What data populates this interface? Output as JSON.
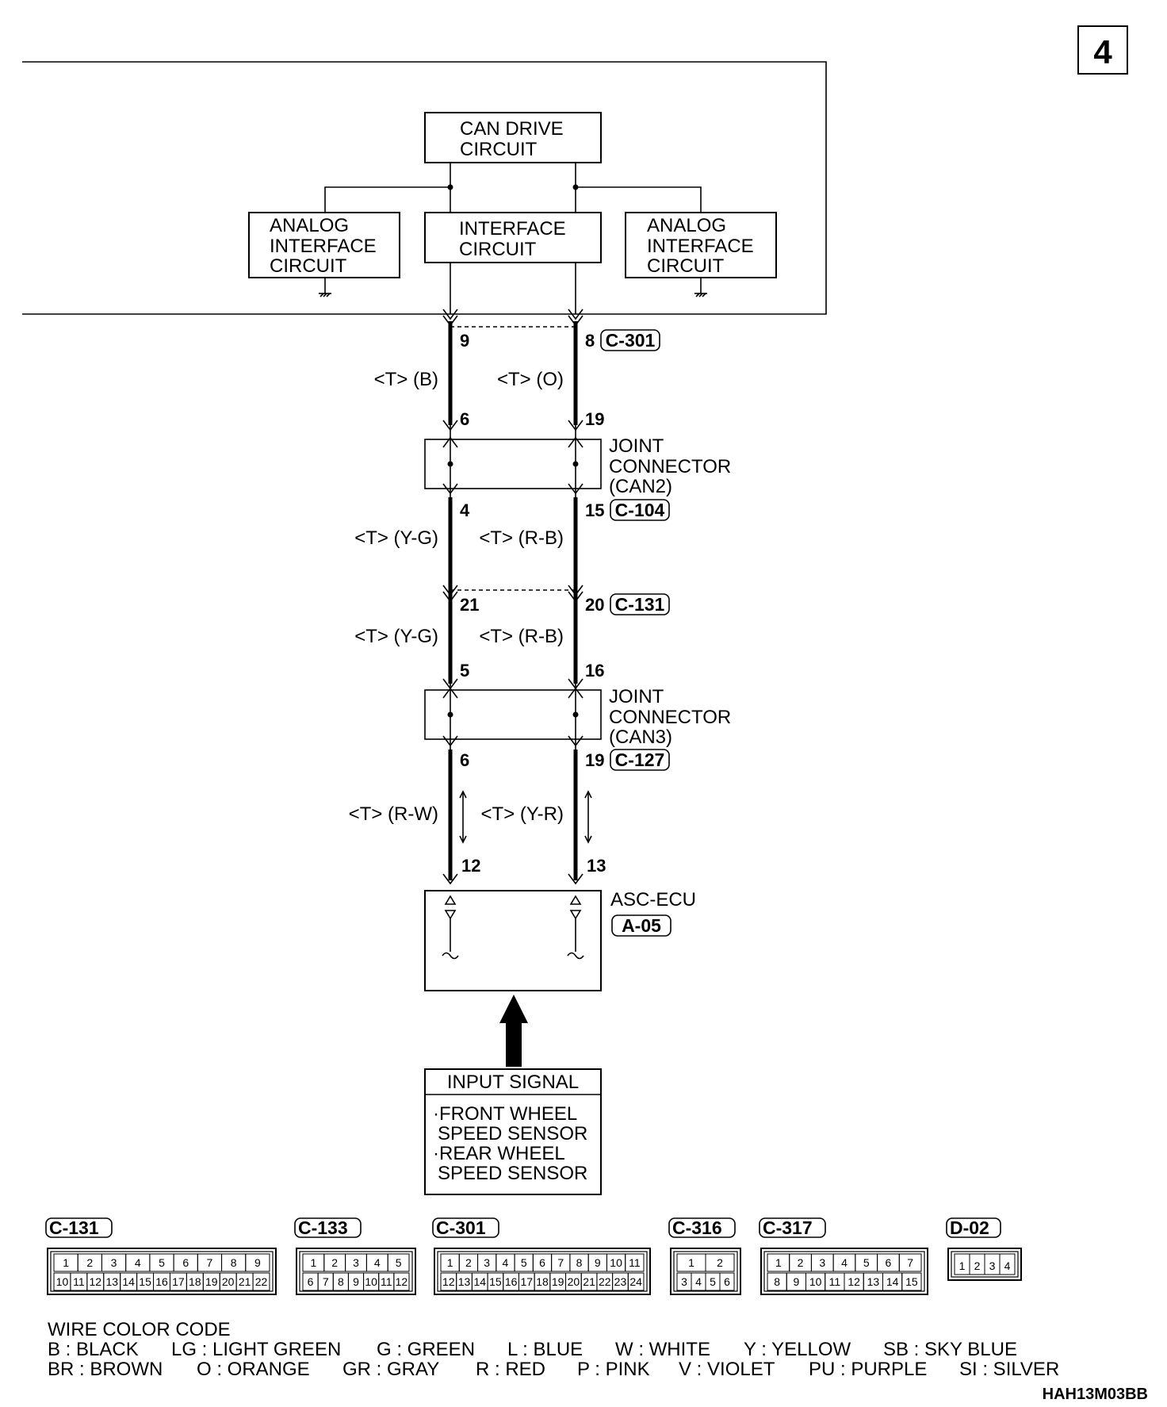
{
  "page_number": "4",
  "figure_code": "HAH13M03BB",
  "ecu_blocks": {
    "can_drive": [
      "CAN DRIVE",
      "CIRCUIT"
    ],
    "interface": [
      "INTERFACE",
      "CIRCUIT"
    ],
    "analog_left": [
      "ANALOG",
      "INTERFACE",
      "CIRCUIT"
    ],
    "analog_right": [
      "ANALOG",
      "INTERFACE",
      "CIRCUIT"
    ]
  },
  "segments": {
    "c301": {
      "connector": "C-301",
      "pin_left": "9",
      "pin_right": "8",
      "wire_left": "<T> (B)",
      "wire_right": "<T> (O)"
    },
    "jc2": {
      "pin_in_left": "6",
      "pin_in_right": "19",
      "lines": [
        "JOINT",
        "CONNECTOR",
        "(CAN2)"
      ],
      "pin_out_left": "4",
      "pin_out_right": "15",
      "connector": "C-104",
      "wire_left": "<T> (Y-G)",
      "wire_right": "<T> (R-B)"
    },
    "c131": {
      "pin_left": "21",
      "pin_right": "20",
      "connector": "C-131",
      "wire_left": "<T> (Y-G)",
      "wire_right": "<T> (R-B)"
    },
    "jc3": {
      "pin_in_left": "5",
      "pin_in_right": "16",
      "lines": [
        "JOINT",
        "CONNECTOR",
        "(CAN3)"
      ],
      "pin_out_left": "6",
      "pin_out_right": "19",
      "connector": "C-127",
      "wire_left": "<T> (R-W)",
      "wire_right": "<T> (Y-R)"
    },
    "asc": {
      "pin_left": "12",
      "pin_right": "13",
      "name": "ASC-ECU",
      "connector": "A-05"
    }
  },
  "input_signal": {
    "title": "INPUT SIGNAL",
    "lines": [
      "·FRONT WHEEL",
      "SPEED SENSOR",
      "·REAR WHEEL",
      "SPEED SENSOR"
    ]
  },
  "connector_views": [
    {
      "id": "C-131",
      "top": [
        "1",
        "2",
        "3",
        "4",
        "5",
        "6",
        "7",
        "8",
        "9"
      ],
      "bottom": [
        "10",
        "11",
        "12",
        "13",
        "14",
        "15",
        "16",
        "17",
        "18",
        "19",
        "20",
        "21",
        "22"
      ]
    },
    {
      "id": "C-133",
      "top": [
        "1",
        "2",
        "3",
        "4",
        "5"
      ],
      "bottom": [
        "6",
        "7",
        "8",
        "9",
        "10",
        "11",
        "12"
      ]
    },
    {
      "id": "C-301",
      "top": [
        "1",
        "2",
        "3",
        "4",
        "5",
        "6",
        "7",
        "8",
        "9",
        "10",
        "11"
      ],
      "bottom": [
        "12",
        "13",
        "14",
        "15",
        "16",
        "17",
        "18",
        "19",
        "20",
        "21",
        "22",
        "23",
        "24"
      ]
    },
    {
      "id": "C-316",
      "top": [
        "1",
        "2"
      ],
      "bottom": [
        "3",
        "4",
        "5",
        "6"
      ]
    },
    {
      "id": "C-317",
      "top": [
        "1",
        "2",
        "3",
        "4",
        "5",
        "6",
        "7"
      ],
      "bottom": [
        "8",
        "9",
        "10",
        "11",
        "12",
        "13",
        "14",
        "15"
      ]
    },
    {
      "id": "D-02",
      "top": [
        "1",
        "2",
        "3",
        "4"
      ],
      "bottom": []
    }
  ],
  "wire_color_code": {
    "title": "WIRE COLOR CODE",
    "row1": [
      "B : BLACK",
      "LG : LIGHT GREEN",
      "G : GREEN",
      "L : BLUE",
      "W : WHITE",
      "Y : YELLOW",
      "SB : SKY BLUE"
    ],
    "row2": [
      "BR : BROWN",
      "O : ORANGE",
      "GR : GRAY",
      "R : RED",
      "P : PINK",
      "V : VIOLET",
      "PU : PURPLE",
      "SI : SILVER"
    ]
  }
}
